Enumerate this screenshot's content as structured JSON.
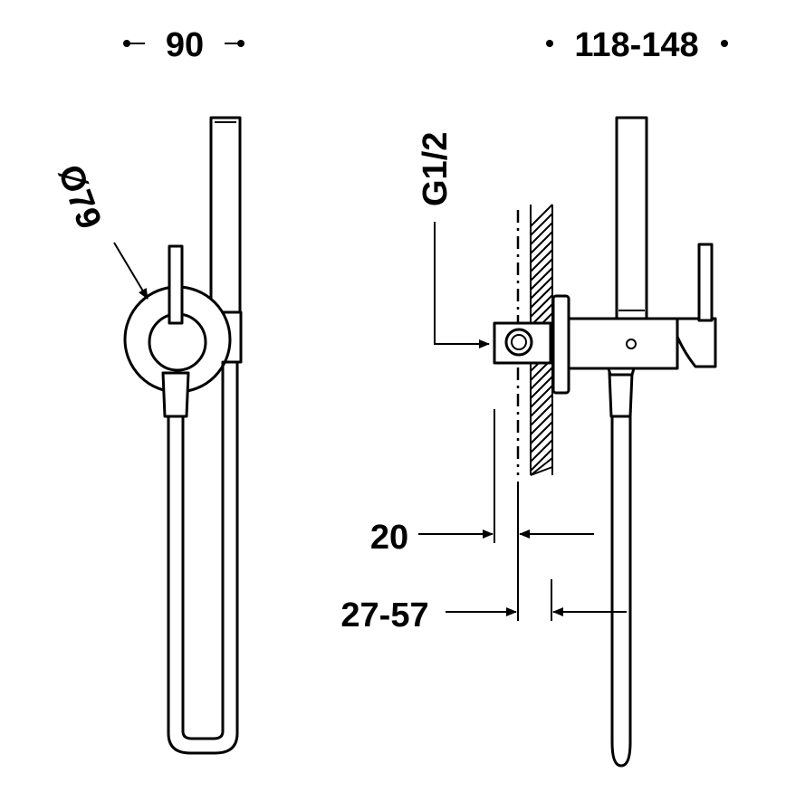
{
  "dimensions": {
    "front_width": "90",
    "side_projection": "118-148",
    "flange_diameter": "Ø79",
    "connection_thread": "G1/2",
    "flange_depth": "20",
    "wall_offset": "27-57"
  }
}
